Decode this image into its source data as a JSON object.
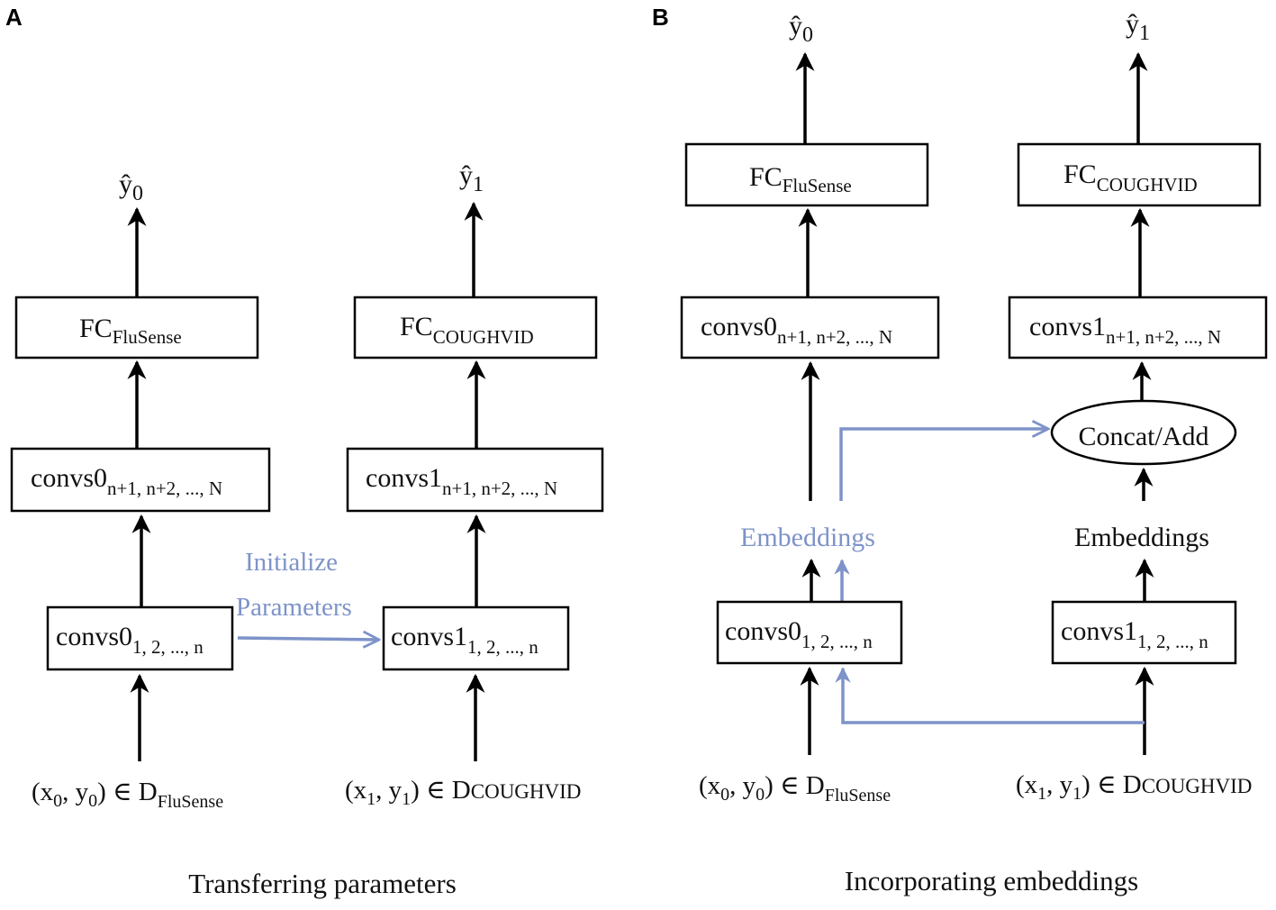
{
  "panels": {
    "a": {
      "letter": "A",
      "caption": "Transferring parameters",
      "yhat0": "ŷ",
      "yhat0_sub": "0",
      "yhat1": "ŷ",
      "yhat1_sub": "1",
      "fc_left": "FC",
      "fc_left_sub": "FluSense",
      "fc_right": "FC",
      "fc_right_sub": "COUGHVID",
      "convs_left_top": "convs0",
      "convs_left_top_sub": "n+1, n+2, ..., N",
      "convs_right_top": "convs1",
      "convs_right_top_sub": "n+1, n+2, ..., N",
      "convs_left_bottom": "convs0",
      "convs_left_bottom_sub": "1, 2, ..., n",
      "convs_right_bottom": "convs1",
      "convs_right_bottom_sub": "1, 2, ..., n",
      "transfer_label_1": "Initialize",
      "transfer_label_2": "Parameters",
      "input_left": {
        "open": "(x",
        "s1": "0",
        "mid": ", y",
        "s2": "0",
        "close": ") ∈ D",
        "dsub": "FluSense"
      },
      "input_right": {
        "open": "(x",
        "s1": "1",
        "mid": ", y",
        "s2": "1",
        "close": ") ∈ D",
        "dsub": "COUGHVID"
      }
    },
    "b": {
      "letter": "B",
      "caption": "Incorporating embeddings",
      "yhat0": "ŷ",
      "yhat0_sub": "0",
      "yhat1": "ŷ",
      "yhat1_sub": "1",
      "fc_left": "FC",
      "fc_left_sub": "FluSense",
      "fc_right": "FC",
      "fc_right_sub": "COUGHVID",
      "convs_left_top": "convs0",
      "convs_left_top_sub": "n+1, n+2, ..., N",
      "convs_right_top": "convs1",
      "convs_right_top_sub": "n+1, n+2, ..., N",
      "concat": "Concat/Add",
      "embeddings_left": "Embeddings",
      "embeddings_right": "Embeddings",
      "convs_left_bottom": "convs0",
      "convs_left_bottom_sub": "1, 2, ..., n",
      "convs_right_bottom": "convs1",
      "convs_right_bottom_sub": "1, 2, ..., n",
      "input_left": {
        "open": "(x",
        "s1": "0",
        "mid": ", y",
        "s2": "0",
        "close": ") ∈ D",
        "dsub": "FluSense"
      },
      "input_right": {
        "open": "(x",
        "s1": "1",
        "mid": ", y",
        "s2": "1",
        "close": ") ∈ D",
        "dsub": "COUGHVID"
      }
    }
  },
  "colors": {
    "highlight": "#7e93c9",
    "ink": "#000000"
  }
}
